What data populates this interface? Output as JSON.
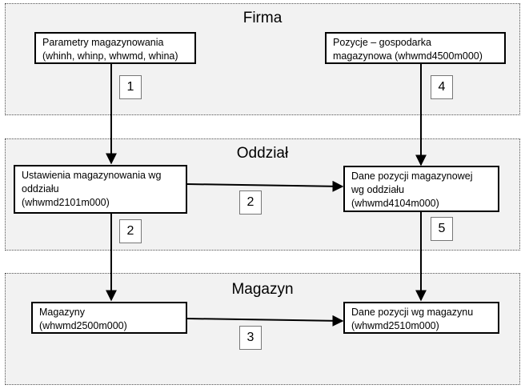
{
  "zones": {
    "firma": "Firma",
    "oddzial": "Oddział",
    "magazyn": "Magazyn"
  },
  "boxes": {
    "parametry": [
      "Parametry magazynowania",
      "(whinh, whinp, whwmd, whina)"
    ],
    "pozycje": [
      "Pozycje – gospodarka",
      "magazynowa (whwmd4500m000)"
    ],
    "ustawienia": [
      "Ustawienia magazynowania wg",
      "oddziału",
      "(whwmd2101m000)"
    ],
    "dane_oddzial": [
      "Dane pozycji magazynowej",
      "wg oddziału",
      "(whwmd4104m000)"
    ],
    "magazyny": [
      "Magazyny",
      "(whwmd2500m000)"
    ],
    "dane_magazyn": [
      "Dane pozycji wg magazynu",
      "(whwmd2510m000)"
    ]
  },
  "steps": {
    "s1": "1",
    "s2a": "2",
    "s2b": "2",
    "s3": "3",
    "s4": "4",
    "s5": "5"
  }
}
